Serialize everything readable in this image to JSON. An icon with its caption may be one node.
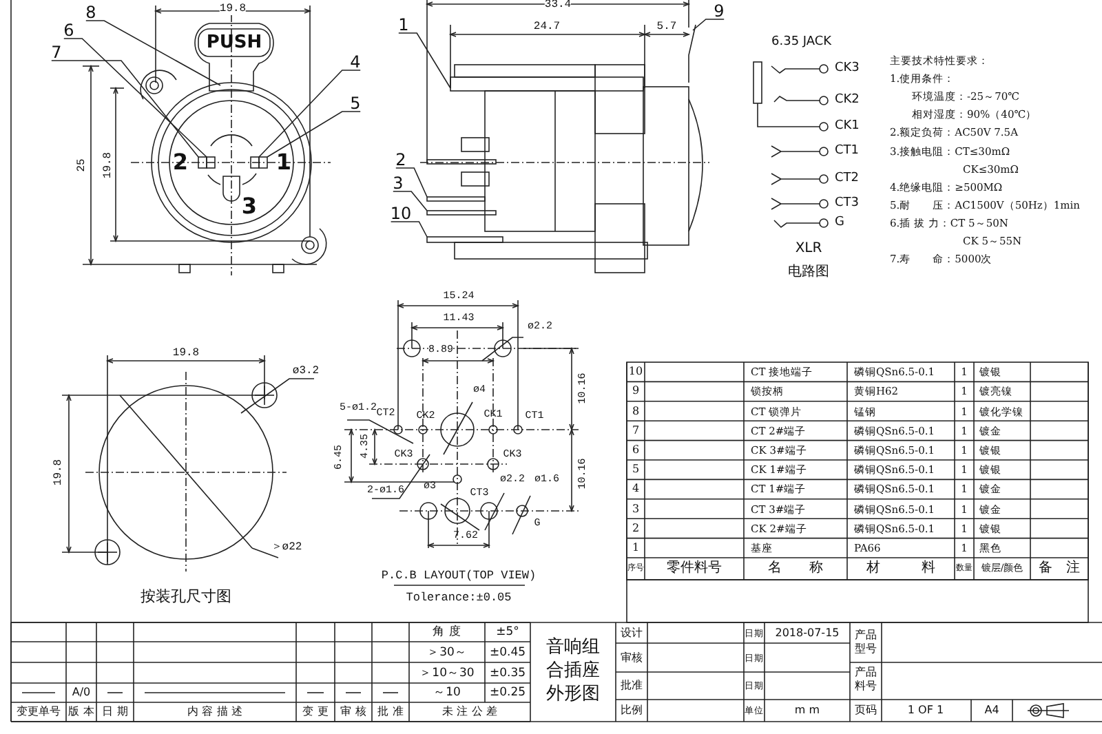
{
  "diagram": {
    "nodes": [
      {
        "text": [
          "8"
        ]
      },
      {
        "text": [
          "6"
        ]
      },
      {
        "text": [
          "7"
        ]
      },
      {
        "text": [
          "4"
        ]
      },
      {
        "text": [
          "5"
        ]
      },
      {
        "text": [
          "1"
        ]
      },
      {
        "text": [
          "9"
        ]
      },
      {
        "text": [
          "2"
        ]
      },
      {
        "text": [
          "3"
        ]
      },
      {
        "text": [
          "10"
        ]
      },
      {
        "text": [],
        "shape": "box"
      },
      {
        "text": [],
        "shape": "box"
      },
      {
        "text": [],
        "shape": "box"
      },
      {
        "text": [],
        "shape": "box"
      },
      {
        "text": [],
        "shape": "box"
      },
      {
        "text": [],
        "shape": "box"
      },
      {
        "text": [],
        "shape": "box"
      }
    ],
    "edges": [
      {
        "from": 0,
        "to": null,
        "arrow": "none"
      },
      {
        "from": 1,
        "to": 11,
        "arrow": "none"
      },
      {
        "from": 2,
        "to": 10,
        "arrow": "none"
      },
      {
        "from": 3,
        "to": 12,
        "arrow": "none"
      },
      {
        "from": 4,
        "to": 13,
        "arrow": "none"
      },
      {
        "from": 5,
        "to": null,
        "arrow": "none"
      },
      {
        "from": 6,
        "to": null,
        "arrow": "none"
      },
      {
        "from": 7,
        "to": 14,
        "arrow": "none"
      },
      {
        "from": 8,
        "to": 15,
        "arrow": "none"
      },
      {
        "from": 9,
        "to": 16,
        "arrow": "none"
      }
    ],
    "labels": [
      "19.8",
      "PUSH",
      "25",
      "19.8",
      "2",
      "1",
      "3",
      "33.4",
      "24.7",
      "5.7",
      "6.35 JACK",
      "CK3",
      "CK2",
      "CK1",
      "CT1",
      "CT2",
      "CT3",
      "G",
      "XLR",
      "电路图",
      "主要技术特性要求：",
      "1.使用条件：",
      "环境温度：-25～70℃",
      "相对湿度：90%（40℃）",
      "2.额定负荷：AC50V 7.5A",
      "3.接触电阻：CT≤30mΩ",
      "CK≤30mΩ",
      "4.绝缘电阻：≥500MΩ",
      "5.耐　　压：AC1500V（50Hz）1min",
      "6.插 拔 力：CT 5～50N",
      "CK 5～55N",
      "7.寿　　命：5000次",
      "19.8",
      "ø3.2",
      "19.8",
      "＞ø22",
      "按装孔尺寸图",
      "15.24",
      "11.43",
      "ø2.2",
      "8.89",
      "10.16",
      "ø4",
      "5-ø1.2",
      "CT2",
      "CK2",
      "CK1",
      "CT1",
      "6.45",
      "4.35",
      "CK3",
      "CK3",
      "10.16",
      "2-ø1.6",
      "ø3",
      "ø2.2",
      "ø1.6",
      "CT3",
      "G",
      "7.62",
      "P.C.B LAYOUT(TOP VIEW)",
      "Tolerance:±0.05",
      "10",
      "CT 接地端子",
      "磷铜QSn6.5-0.1",
      "1",
      "镀银",
      "9",
      "锁按柄",
      "黄铜H62",
      "1",
      "镀亮镍",
      "8",
      "CT 锁弹片",
      "锰钢",
      "1",
      "镀化学镍",
      "7",
      "CT 2#端子",
      "磷铜QSn6.5-0.1",
      "1",
      "镀金",
      "6",
      "CK 3#端子",
      "磷铜QSn6.5-0.1",
      "1",
      "镀银",
      "5",
      "CK 1#端子",
      "磷铜QSn6.5-0.1",
      "1",
      "镀银",
      "4",
      "CT 1#端子",
      "磷铜QSn6.5-0.1",
      "1",
      "镀金",
      "3",
      "CT 3#端子",
      "磷铜QSn6.5-0.1",
      "1",
      "镀金",
      "2",
      "CK 2#端子",
      "磷铜QSn6.5-0.1",
      "1",
      "镀银",
      "1",
      "基座",
      "PA66",
      "1",
      "黑色",
      "序号",
      "零件料号",
      "名　　称",
      "材　　　料",
      "数量",
      "镀层/颜色",
      "备　注",
      "角 度",
      "±5°",
      "＞30～",
      "±0.45",
      "＞10～30",
      "±0.35",
      "A/0",
      "～10",
      "±0.25",
      "变更单号",
      "版 本",
      "日 期",
      "内 容 描 述",
      "变 更",
      "审 核",
      "批 准",
      "未 注 公 差",
      "音响组合插座外形图",
      "设计",
      "日期",
      "2018-07-15",
      "产品型号",
      "审核",
      "日期",
      "产品料号",
      "批准",
      "日期",
      "比例",
      "单位",
      "m m",
      "页码",
      "1 OF 1",
      "A4"
    ]
  }
}
